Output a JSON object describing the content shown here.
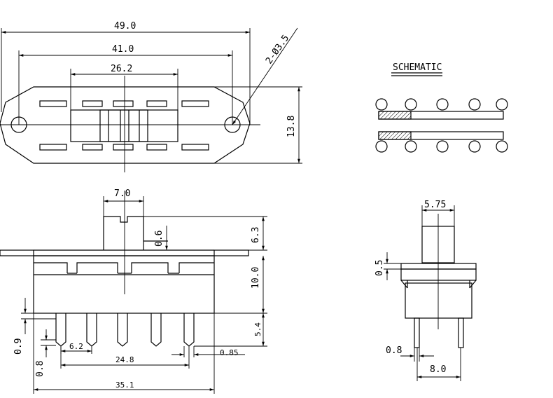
{
  "title": "SCHEMATIC",
  "top_view": {
    "dims": [
      "49.0",
      "41.0",
      "26.2",
      "13.8"
    ],
    "hole_callout": "2-Ø3.5"
  },
  "front_view": {
    "dims": [
      "7.0",
      "0.6",
      "6.3",
      "10.0",
      "5.4",
      "0.9",
      "6.2",
      "0.85",
      "0.8",
      "24.8",
      "35.1"
    ]
  },
  "side_view": {
    "dims": [
      "5.75",
      "0.5",
      "0.8",
      "8.0"
    ]
  }
}
